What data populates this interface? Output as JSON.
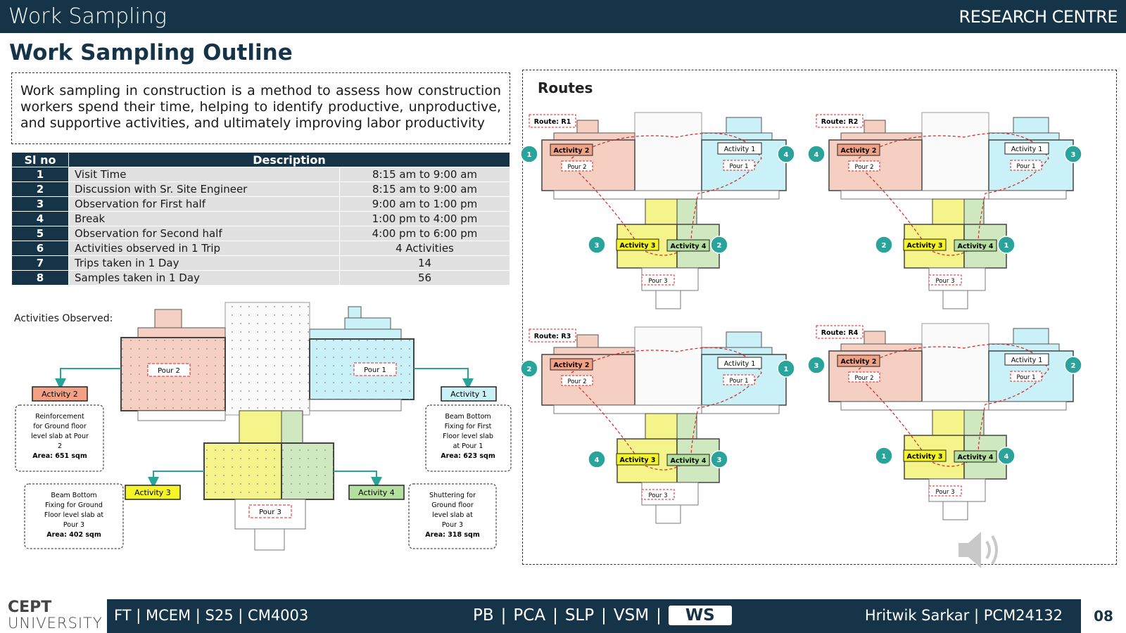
{
  "header": {
    "title": "Work Sampling",
    "org": "RESEARCH CENTRE"
  },
  "page_title": "Work Sampling Outline",
  "intro_text": "Work sampling in construction is a method to assess how construction workers spend their time, helping to identify productive, unproductive, and supportive activities, and ultimately improving labor productivity",
  "table": {
    "headers": [
      "Sl no",
      "Description"
    ],
    "rows": [
      {
        "sl": "1",
        "desc": "Visit Time",
        "val": "8:15 am to 9:00 am"
      },
      {
        "sl": "2",
        "desc": "Discussion with Sr. Site Engineer",
        "val": "8:15 am to 9:00 am"
      },
      {
        "sl": "3",
        "desc": "Observation for First half",
        "val": "9:00 am to 1:00 pm"
      },
      {
        "sl": "4",
        "desc": "Break",
        "val": "1:00 pm to 4:00 pm"
      },
      {
        "sl": "5",
        "desc": "Observation for Second half",
        "val": "4:00 pm to 6:00 pm"
      },
      {
        "sl": "6",
        "desc": "Activities observed in 1 Trip",
        "val": "4 Activities"
      },
      {
        "sl": "7",
        "desc": "Trips taken in 1 Day",
        "val": "14"
      },
      {
        "sl": "8",
        "desc": "Samples taken in 1 Day",
        "val": "56"
      }
    ]
  },
  "activities_label": "Activities Observed:",
  "pours": {
    "p1": "Pour 1",
    "p2": "Pour 2",
    "p3": "Pour 3"
  },
  "activities": {
    "a1": {
      "label": "Activity 1",
      "d1": "Beam Bottom",
      "d2": "Fixing for First",
      "d3": "Floor level slab",
      "d4": "at Pour 1",
      "area": "Area: 623 sqm"
    },
    "a2": {
      "label": "Activity 2",
      "d1": "Reinforcement",
      "d2": "for Ground floor",
      "d3": "level slab at Pour",
      "d4": "2",
      "area": "Area: 651 sqm"
    },
    "a3": {
      "label": "Activity 3",
      "d1": "Beam Bottom",
      "d2": "Fixing for Ground",
      "d3": "Floor level slab at",
      "d4": "Pour 3",
      "area": "Area: 402 sqm"
    },
    "a4": {
      "label": "Activity 4",
      "d1": "Shuttering for",
      "d2": "Ground floor",
      "d3": "level slab at",
      "d4": "Pour 3",
      "area": "Area: 318 sqm"
    }
  },
  "routes": {
    "title": "Routes",
    "items": [
      {
        "name": "Route: R1",
        "c_a1": "4",
        "c_a2": "1",
        "c_a3": "3",
        "c_a4": "2"
      },
      {
        "name": "Route: R2",
        "c_a1": "3",
        "c_a2": "4",
        "c_a3": "2",
        "c_a4": "1"
      },
      {
        "name": "Route: R3",
        "c_a1": "1",
        "c_a2": "2",
        "c_a3": "4",
        "c_a4": "3"
      },
      {
        "name": "Route: R4",
        "c_a1": "2",
        "c_a2": "3",
        "c_a3": "1",
        "c_a4": "4"
      }
    ]
  },
  "footer": {
    "left": "FT | MCEM | S25 | CM4003",
    "nav": [
      "PB",
      "PCA",
      "SLP",
      "VSM",
      "WS"
    ],
    "right": "Hritwik Sarkar | PCM24132",
    "page": "08"
  },
  "logo": {
    "line1": "CEPT",
    "line2": "UNIVERSITY"
  },
  "colors": {
    "navy": "#163447",
    "pour1": "#c9f1f7",
    "pour2": "#f4cfc2",
    "pour3a": "#f4f48a",
    "pour3b": "#cfe8c0",
    "teal": "#2aa39a"
  }
}
